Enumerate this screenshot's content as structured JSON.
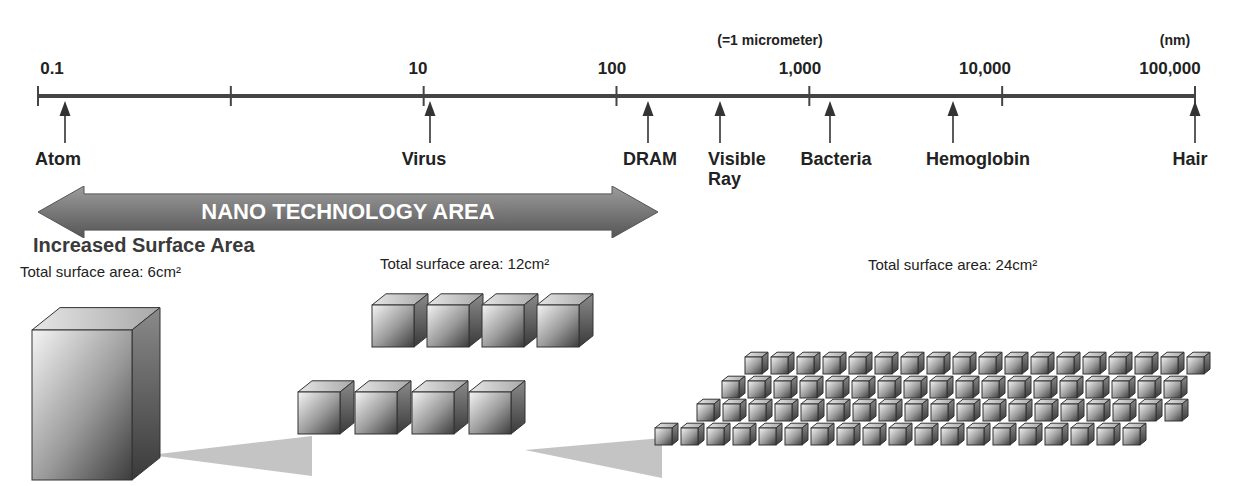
{
  "diagram": {
    "nodes": [
      {
        "text": [
          "NANO TECHNOLOGY AREA"
        ]
      }
    ],
    "labels": [
      "(=1 micrometer)",
      "(nm)",
      "0.1",
      "10",
      "100",
      "1,000",
      "10,000",
      "100,000",
      "Atom",
      "Virus",
      "DRAM",
      "Visible Ray",
      "Bacteria",
      "Hemoglobin",
      "Hair",
      "Increased Surface Area",
      "Total surface area: 6cm²",
      "Total surface area: 12cm²",
      "Total surface area: 24cm²"
    ]
  }
}
